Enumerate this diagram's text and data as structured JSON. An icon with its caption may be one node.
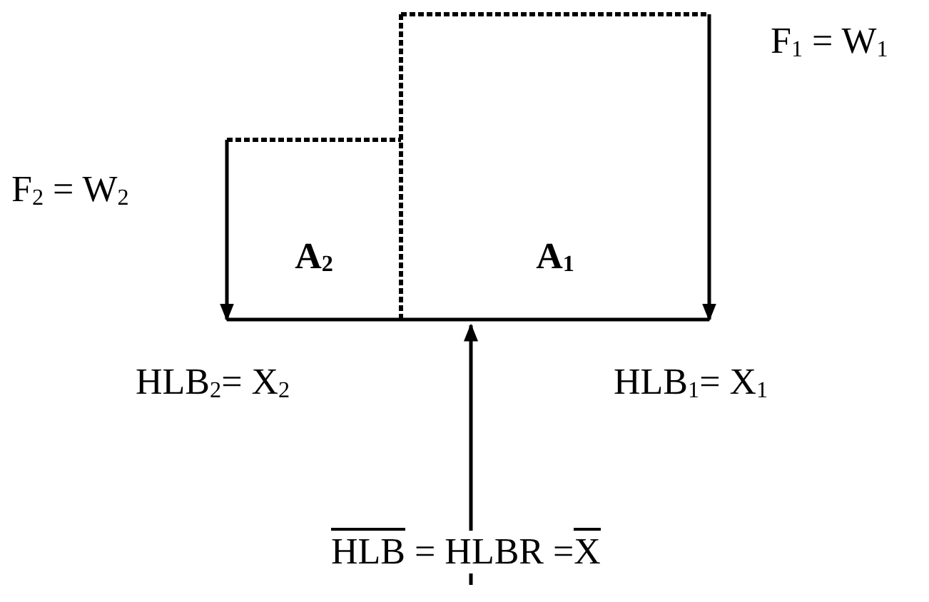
{
  "diagram": {
    "nodes": [
      {
        "text": [
          "A$_{1}$"
        ]
      },
      {
        "text": [
          "A$_{2}$"
        ]
      }
    ],
    "labels": [
      "F$_{1}$ = W$_{1}$",
      "F$_{2}$ = W$_{2}$",
      "HLB$_{2}$= X$_{2}$",
      "HLB$_{1}$= X$_{1}$",
      "HLB = HLBR =X"
    ]
  }
}
